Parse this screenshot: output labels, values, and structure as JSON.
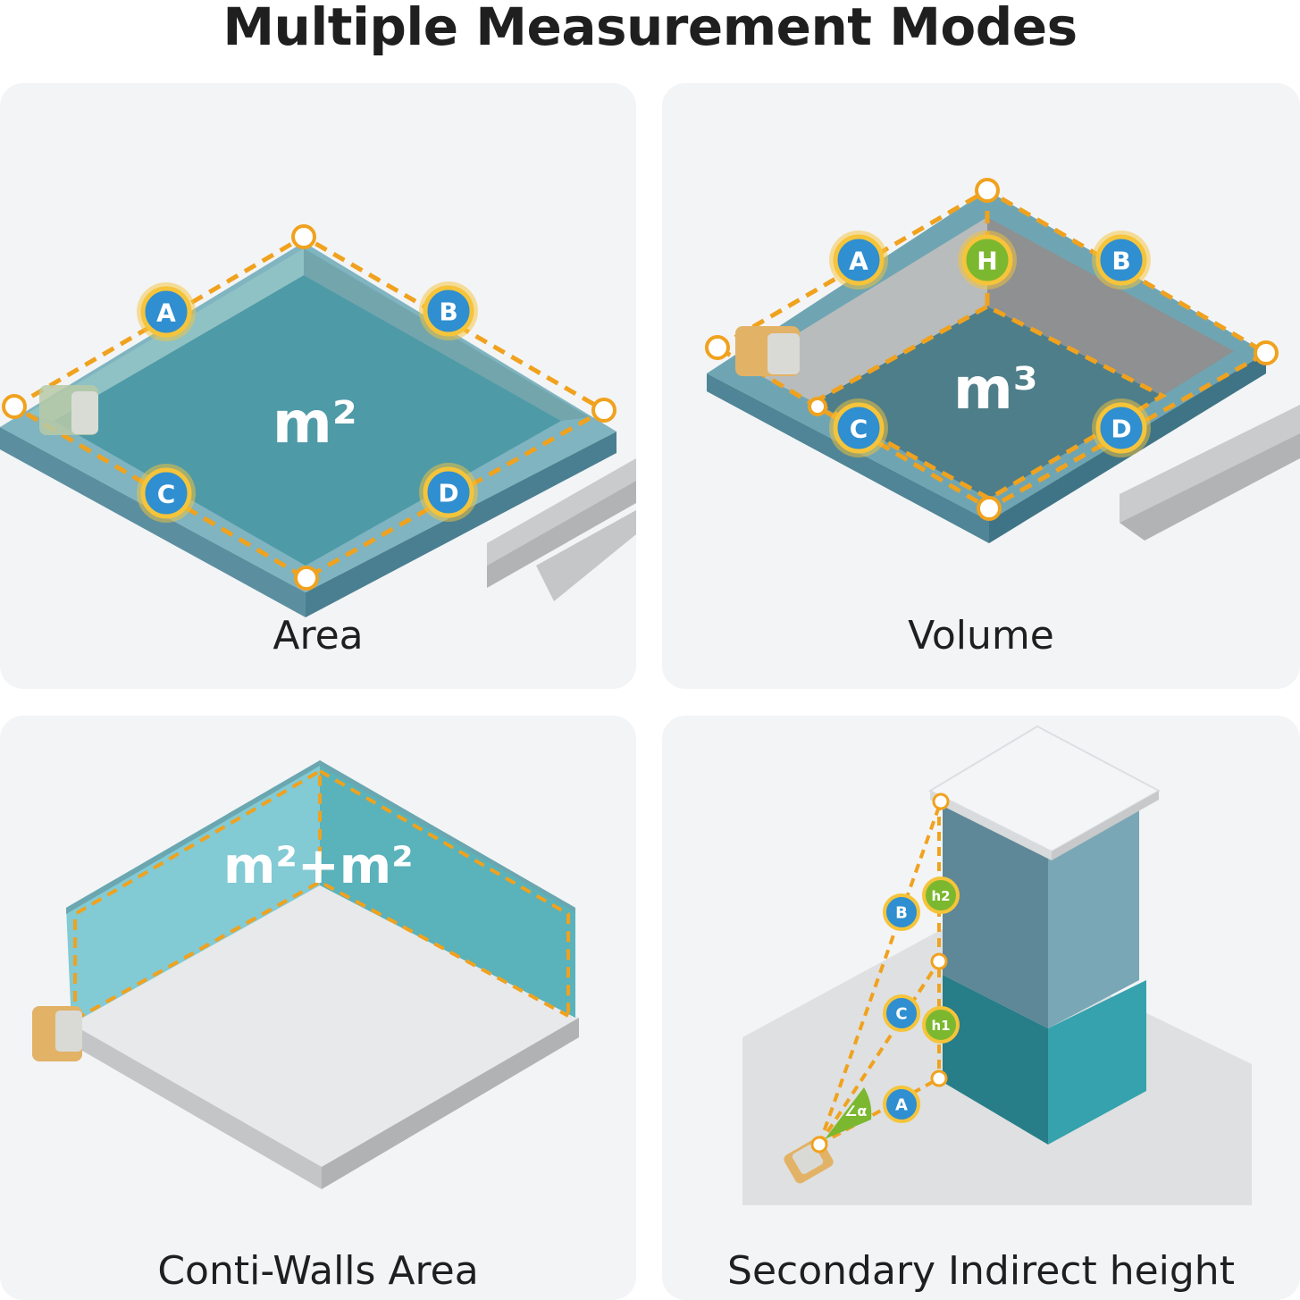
{
  "title": "Multiple Measurement Modes",
  "modes": [
    {
      "label": "Area",
      "unit": "m²",
      "points": [
        "A",
        "B",
        "C",
        "D"
      ]
    },
    {
      "label": "Volume",
      "unit": "m³",
      "points": [
        "A",
        "H",
        "B",
        "C",
        "D"
      ]
    },
    {
      "label": "Conti-Walls Area",
      "unit": "m²+m²"
    },
    {
      "label": "Secondary Indirect height",
      "points": [
        "B",
        "h2",
        "C",
        "h1",
        "A"
      ],
      "angle": "∠α"
    }
  ],
  "colors": {
    "accent_orange": "#f0a21e",
    "marker_blue": "#2f8fd0",
    "marker_green": "#7cb82f",
    "teal": "#5aa3ad",
    "card_bg": "#f3f4f6"
  }
}
